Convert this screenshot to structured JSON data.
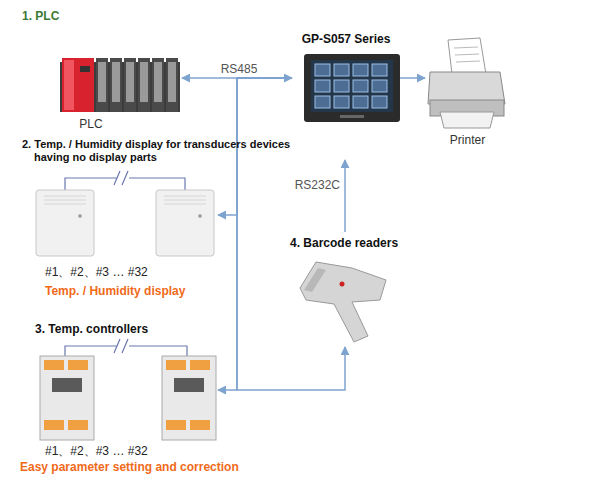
{
  "diagram": {
    "nodes": [
      {
        "text": [
          "1. PLC",
          "PLC"
        ]
      },
      {
        "text": [
          "GP-S057 Series"
        ]
      },
      {
        "text": [
          "Printer"
        ]
      },
      {
        "text": [
          "2. Temp. / Humidity display for transducers devices having no display parts",
          "#1、#2、#3 … #32",
          "Temp. / Humidity display"
        ]
      },
      {
        "text": [
          "3. Temp. controllers",
          "#1、#2、#3 … #32",
          "Easy parameter setting and correction"
        ]
      },
      {
        "text": [
          "4. Barcode readers"
        ]
      }
    ],
    "edges": [
      {
        "from": 1,
        "to": 0,
        "arrow": "both",
        "label": "RS485"
      },
      {
        "from": 1,
        "to": 3,
        "arrow": "to"
      },
      {
        "from": 1,
        "to": 4,
        "arrow": "to"
      },
      {
        "from": 1,
        "to": 5,
        "arrow": "to"
      },
      {
        "from": 5,
        "to": 1,
        "arrow": "to",
        "label": "RS232C"
      },
      {
        "from": 1,
        "to": 2,
        "arrow": "to"
      }
    ]
  }
}
